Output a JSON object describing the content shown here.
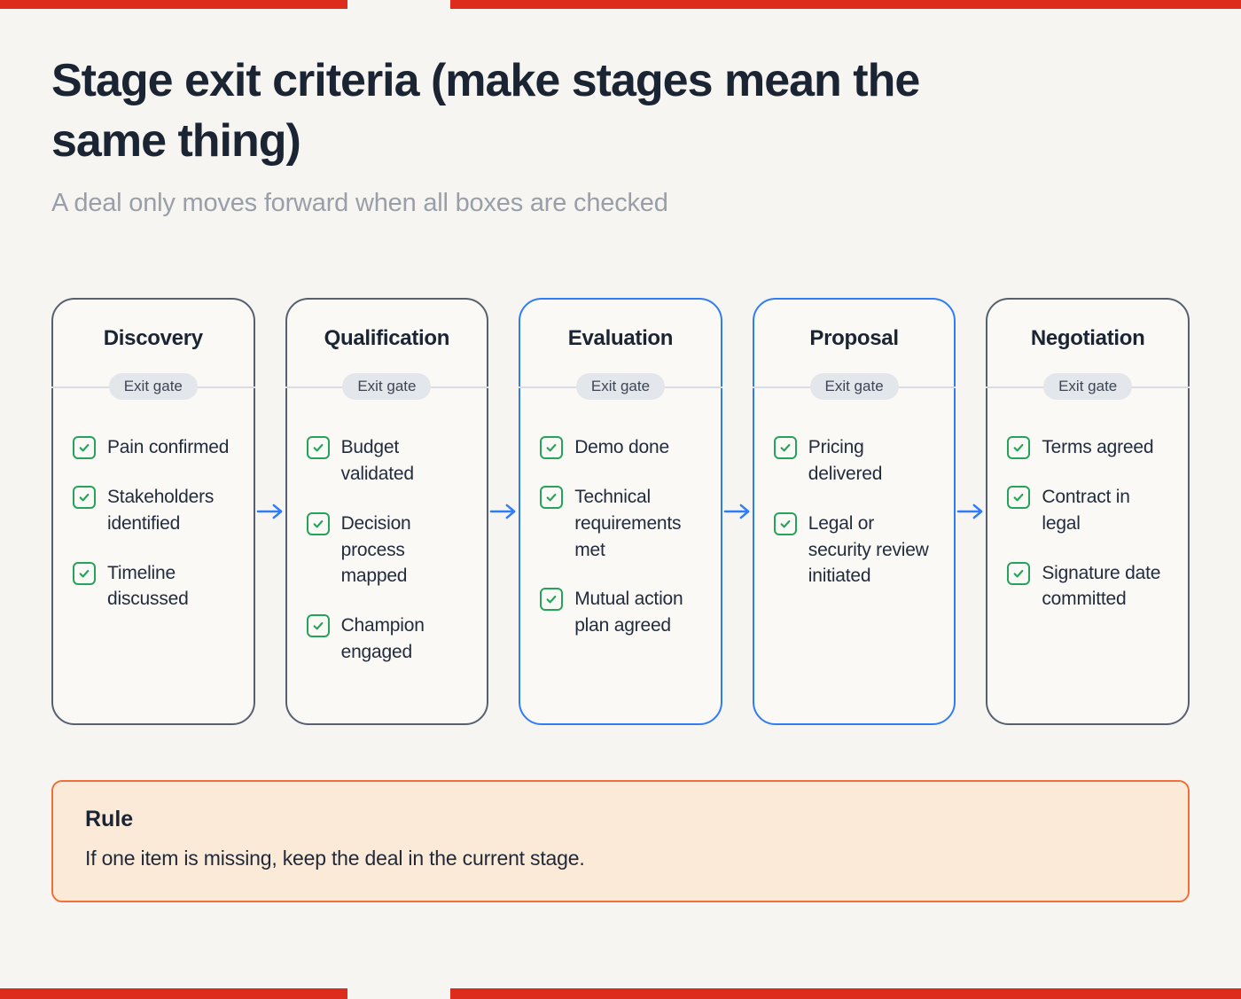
{
  "page": {
    "title": "Stage exit criteria (make stages mean the same thing)",
    "subtitle": "A deal only moves forward when all boxes are checked"
  },
  "gate_label": "Exit gate",
  "stages": [
    {
      "name": "Discovery",
      "highlighted": false,
      "items": [
        "Pain confirmed",
        "Stakeholders identified",
        "Timeline discussed"
      ]
    },
    {
      "name": "Qualification",
      "highlighted": false,
      "items": [
        "Budget validated",
        "Decision process mapped",
        "Champion engaged"
      ]
    },
    {
      "name": "Evaluation",
      "highlighted": true,
      "items": [
        "Demo done",
        "Technical requirements met",
        "Mutual action plan agreed"
      ]
    },
    {
      "name": "Proposal",
      "highlighted": true,
      "items": [
        "Pricing delivered",
        "Legal or security review initiated"
      ]
    },
    {
      "name": "Negotiation",
      "highlighted": false,
      "items": [
        "Terms agreed",
        "Contract in legal",
        "Signature date committed"
      ]
    }
  ],
  "rule": {
    "heading": "Rule",
    "text": "If one item is missing, keep the deal in the current stage."
  },
  "colors": {
    "accent_blue": "#2f7df6",
    "check_green": "#25a35a",
    "card_border_gray": "#566070",
    "rule_border_orange": "#ef7038",
    "rule_background": "#fcead9",
    "edge_red": "#dd2b1c"
  }
}
